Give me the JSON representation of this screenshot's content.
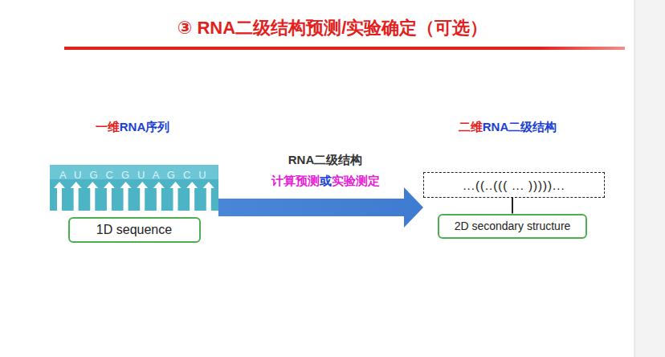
{
  "diagram": {
    "title": "③ RNA二级结构预测/实验确定（可选）",
    "nodes": [
      {
        "text": [
          "A U G C G U A G C U"
        ]
      },
      {
        "text": [
          "1D sequence"
        ]
      },
      {
        "text": [
          "...((..((( ... )))))..."
        ]
      },
      {
        "text": [
          "2D secondary structure"
        ]
      }
    ],
    "edges": [
      {
        "from": 0,
        "to": 2,
        "arrow": "to"
      },
      {
        "from": 2,
        "to": 3,
        "arrow": "none"
      }
    ],
    "labels": [
      "一维",
      "RNA序列",
      "RNA二级结构",
      "计算预测",
      "或",
      "实验测定",
      "二维",
      "RNA二级结构"
    ]
  }
}
